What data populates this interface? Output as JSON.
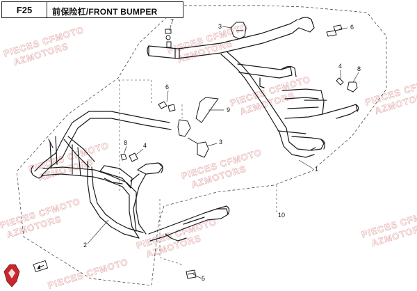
{
  "header": {
    "figure_code": "F25",
    "title": "前保险杠/FRONT BUMPER"
  },
  "callouts": [
    {
      "id": "c7",
      "label": "7"
    },
    {
      "id": "c3a",
      "label": "3"
    },
    {
      "id": "c6a",
      "label": "6"
    },
    {
      "id": "c4a",
      "label": "4"
    },
    {
      "id": "c8a",
      "label": "8"
    },
    {
      "id": "c6b",
      "label": "6"
    },
    {
      "id": "c9",
      "label": "9"
    },
    {
      "id": "c8b",
      "label": "8"
    },
    {
      "id": "c4b",
      "label": "4"
    },
    {
      "id": "c3b",
      "label": "3"
    },
    {
      "id": "c1",
      "label": "1"
    },
    {
      "id": "c10",
      "label": "10"
    },
    {
      "id": "c2",
      "label": "2"
    },
    {
      "id": "c5",
      "label": "5"
    }
  ],
  "watermark": {
    "line1": "PIECES CFMOTO",
    "line2": "AZMOTORS"
  },
  "colors": {
    "line": "#1a1a1a",
    "watermark": "#e6b4b4",
    "logo_red": "#c8282d"
  }
}
